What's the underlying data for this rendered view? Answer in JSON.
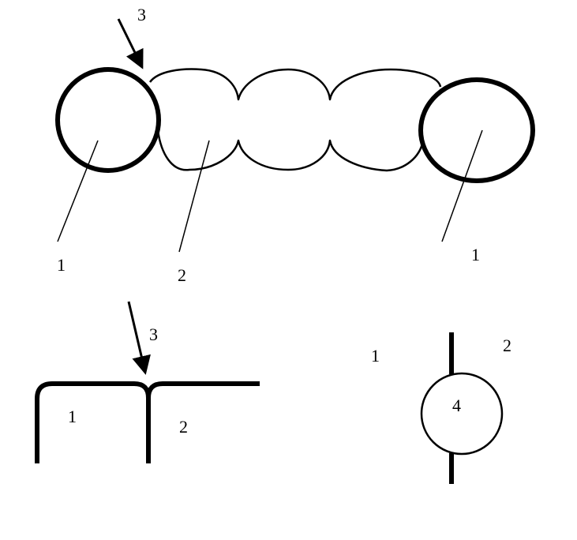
{
  "colors": {
    "ink": "#000000",
    "background": "#ffffff"
  },
  "top_figure": {
    "label_arrow": "3",
    "label_left_circle": "1",
    "label_cells": "2",
    "label_right_circle": "1"
  },
  "bottom_left_figure": {
    "label_arrow": "3",
    "label_left_region": "1",
    "label_right_region": "2"
  },
  "bottom_right_figure": {
    "label_left": "1",
    "label_right": "2",
    "label_circle": "4"
  }
}
